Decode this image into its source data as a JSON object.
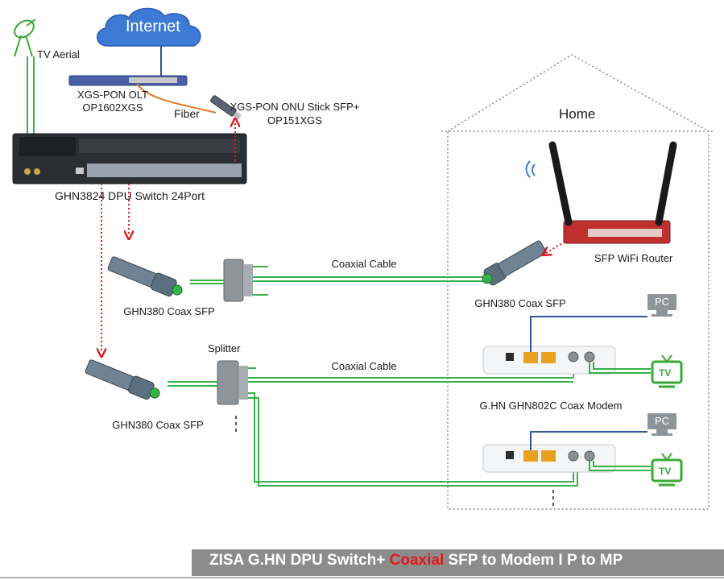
{
  "labels": {
    "internet": "Internet",
    "tv_aerial": "TV Aerial",
    "olt": "XGS-PON OLT",
    "olt_model": "OP1602XGS",
    "fiber": "Fiber",
    "onu": "XGS-PON ONU Stick SFP+",
    "onu_model": "OP151XGS",
    "switch": "GHN3824 DPU Switch 24Port",
    "home": "Home",
    "sfp_router": "SFP WiFi Router",
    "coax_cable_1": "Coaxial Cable",
    "coax_cable_2": "Coaxial Cable",
    "splitter": "Splitter",
    "sfp_1": "GHN380 Coax SFP",
    "sfp_2": "GHN380 Coax SFP",
    "sfp_home": "GHN380 Coax SFP",
    "modem": "G.HN GHN802C Coax Modem",
    "pc_1": "PC",
    "pc_2": "PC",
    "tv_1": "TV",
    "tv_2": "TV"
  },
  "banner": {
    "before": "ZISA G.HN DPU Switch+ ",
    "highlight": "Coaxial",
    "after": " SFP to Modem I P to MP"
  },
  "colors": {
    "coax": "#36b24a",
    "fiber": "#e07b2a",
    "uplink": "#2f5597",
    "link_arrow": "#e3171b",
    "router": "#c0302e",
    "tv": "#3aa935",
    "banner_bg": "#8c8c8c",
    "banner_highlight": "#e3171b",
    "cloud": "#3d7ad6"
  }
}
